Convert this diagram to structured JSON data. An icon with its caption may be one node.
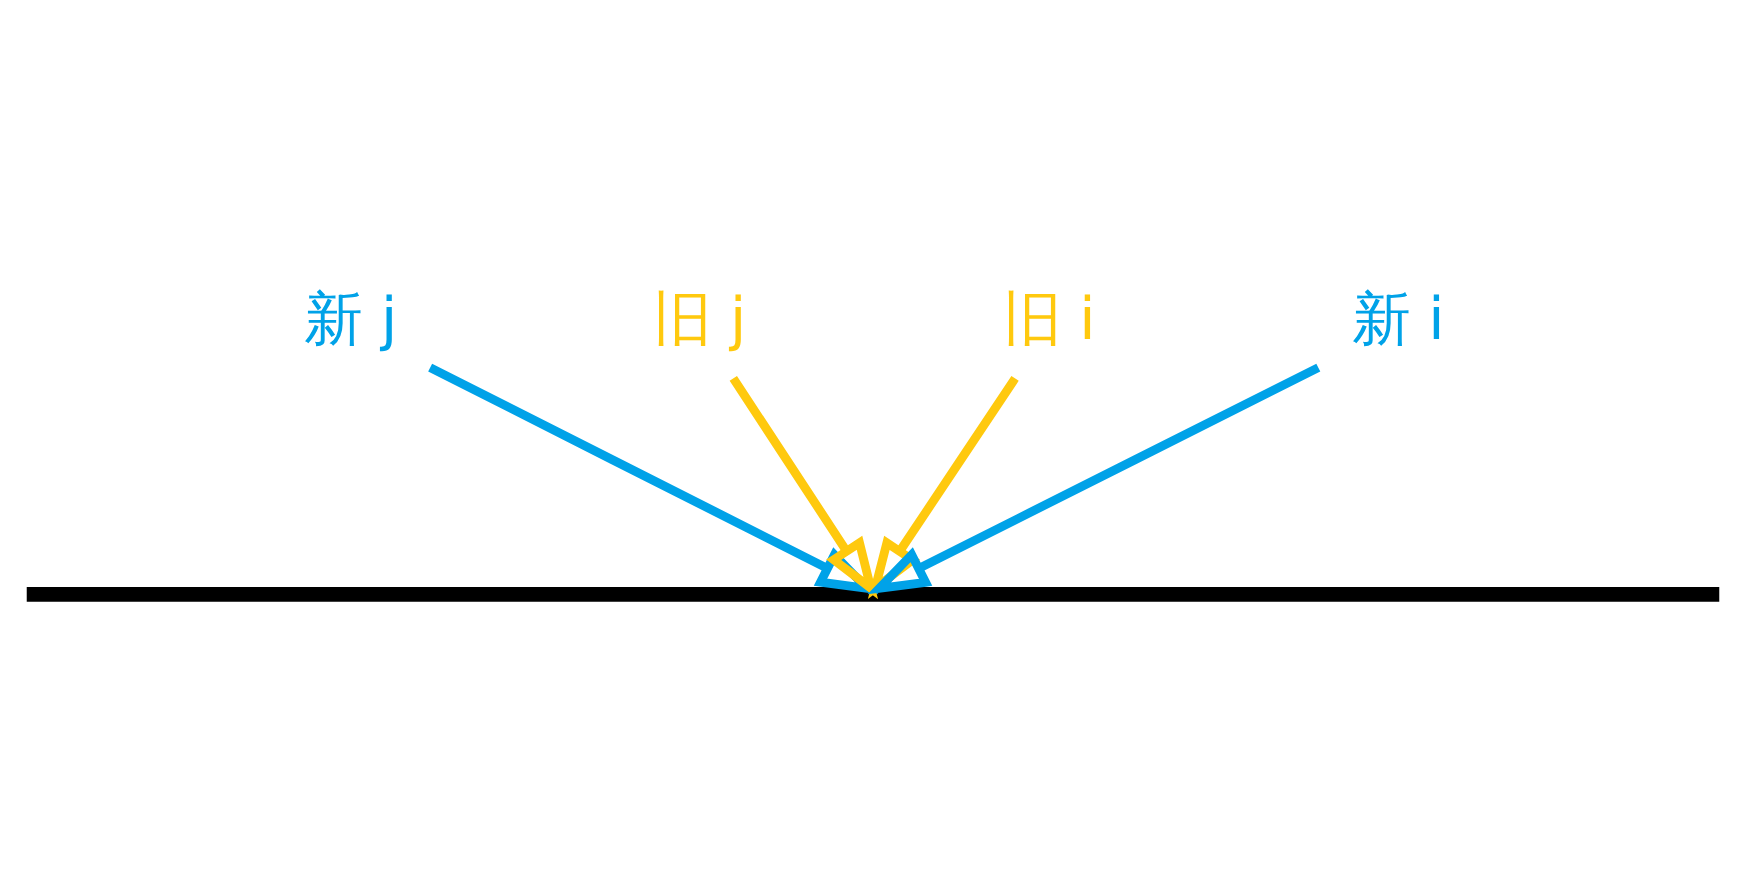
{
  "diagram": {
    "nodes": [
      {
        "text": [
          "新 j"
        ]
      },
      {
        "text": [
          "旧 j"
        ]
      },
      {
        "text": [
          "旧 i"
        ]
      },
      {
        "text": [
          "新 i"
        ]
      },
      {
        "text": [],
        "shape": "bar"
      }
    ],
    "edges": [
      {
        "from": 0,
        "to": 4,
        "arrow": "to",
        "color": "#00a2e8"
      },
      {
        "from": 1,
        "to": 4,
        "arrow": "to",
        "color": "#ffc90e"
      },
      {
        "from": 2,
        "to": 4,
        "arrow": "to",
        "color": "#ffc90e"
      },
      {
        "from": 3,
        "to": 4,
        "arrow": "to",
        "color": "#00a2e8"
      }
    ]
  }
}
